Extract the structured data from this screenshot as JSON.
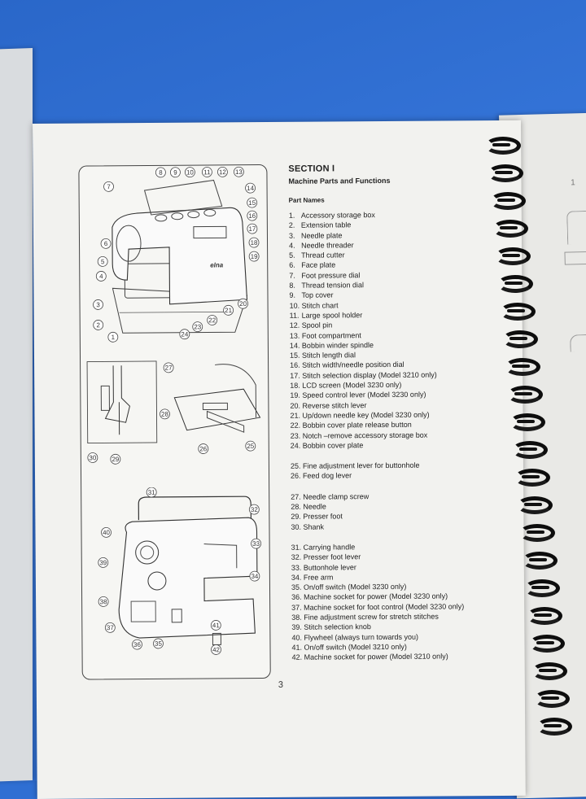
{
  "section": {
    "title": "SECTION I",
    "subtitle": "Machine Parts and Functions",
    "part_heading": "Part Names"
  },
  "parts": [
    {
      "num": "1.",
      "label": "Accessory storage box"
    },
    {
      "num": "2.",
      "label": "Extension table"
    },
    {
      "num": "3.",
      "label": "Needle plate"
    },
    {
      "num": "4.",
      "label": "Needle threader"
    },
    {
      "num": "5.",
      "label": "Thread cutter"
    },
    {
      "num": "6.",
      "label": "Face plate"
    },
    {
      "num": "7.",
      "label": "Foot pressure dial"
    },
    {
      "num": "8.",
      "label": "Thread tension dial"
    },
    {
      "num": "9.",
      "label": "Top cover"
    },
    {
      "num": "10.",
      "label": "Stitch chart"
    },
    {
      "num": "11.",
      "label": "Large spool holder"
    },
    {
      "num": "12.",
      "label": "Spool pin"
    },
    {
      "num": "13.",
      "label": "Foot compartment"
    },
    {
      "num": "14.",
      "label": "Bobbin winder spindle"
    },
    {
      "num": "15.",
      "label": "Stitch length dial"
    },
    {
      "num": "16.",
      "label": "Stitch width/needle position dial"
    },
    {
      "num": "17.",
      "label": "Stitch selection display (Model 3210 only)"
    },
    {
      "num": "18.",
      "label": "LCD screen (Model 3230 only)"
    },
    {
      "num": "19.",
      "label": "Speed control lever (Model 3230 only)"
    },
    {
      "num": "20.",
      "label": "Reverse stitch lever"
    },
    {
      "num": "21.",
      "label": "Up/down needle key (Model 3230 only)"
    },
    {
      "num": "22.",
      "label": "Bobbin cover plate release button"
    },
    {
      "num": "23.",
      "label": "Notch –remove accessory storage box"
    },
    {
      "num": "24.",
      "label": "Bobbin cover plate"
    },
    {
      "num": "25.",
      "label": "Fine adjustment lever for buttonhole"
    },
    {
      "num": "26.",
      "label": "Feed dog lever"
    },
    {
      "num": "27.",
      "label": "Needle clamp screw"
    },
    {
      "num": "28.",
      "label": "Needle"
    },
    {
      "num": "29.",
      "label": "Presser foot"
    },
    {
      "num": "30.",
      "label": "Shank"
    },
    {
      "num": "31.",
      "label": "Carrying handle"
    },
    {
      "num": "32.",
      "label": "Presser foot lever"
    },
    {
      "num": "33.",
      "label": "Buttonhole lever"
    },
    {
      "num": "34.",
      "label": "Free arm"
    },
    {
      "num": "35.",
      "label": "On/off switch (Model 3230 only)"
    },
    {
      "num": "36.",
      "label": "Machine socket for power (Model 3230 only)"
    },
    {
      "num": "37.",
      "label": "Machine socket for foot control (Model 3230 only)"
    },
    {
      "num": "38.",
      "label": "Fine adjustment screw for stretch stitches"
    },
    {
      "num": "39.",
      "label": "Stitch selection knob"
    },
    {
      "num": "40.",
      "label": "Flywheel (always turn towards you)"
    },
    {
      "num": "41.",
      "label": "On/off switch (Model 3210 only)"
    },
    {
      "num": "42.",
      "label": "Machine socket for power (Model 3210 only)"
    }
  ],
  "page_number": "3",
  "diagram": {
    "brand": "elna",
    "callouts_top": [
      "1",
      "2",
      "3",
      "4",
      "5",
      "6",
      "7",
      "8",
      "9",
      "10",
      "11",
      "12",
      "13",
      "14",
      "15",
      "16",
      "17",
      "18",
      "19",
      "20",
      "21",
      "22",
      "23",
      "24"
    ],
    "callouts_mid": [
      "25",
      "26",
      "27",
      "28",
      "29",
      "30"
    ],
    "callouts_bottom": [
      "31",
      "32",
      "33",
      "34",
      "35",
      "36",
      "37",
      "38",
      "39",
      "40",
      "41",
      "42"
    ]
  },
  "right_page": {
    "mark": "1"
  }
}
